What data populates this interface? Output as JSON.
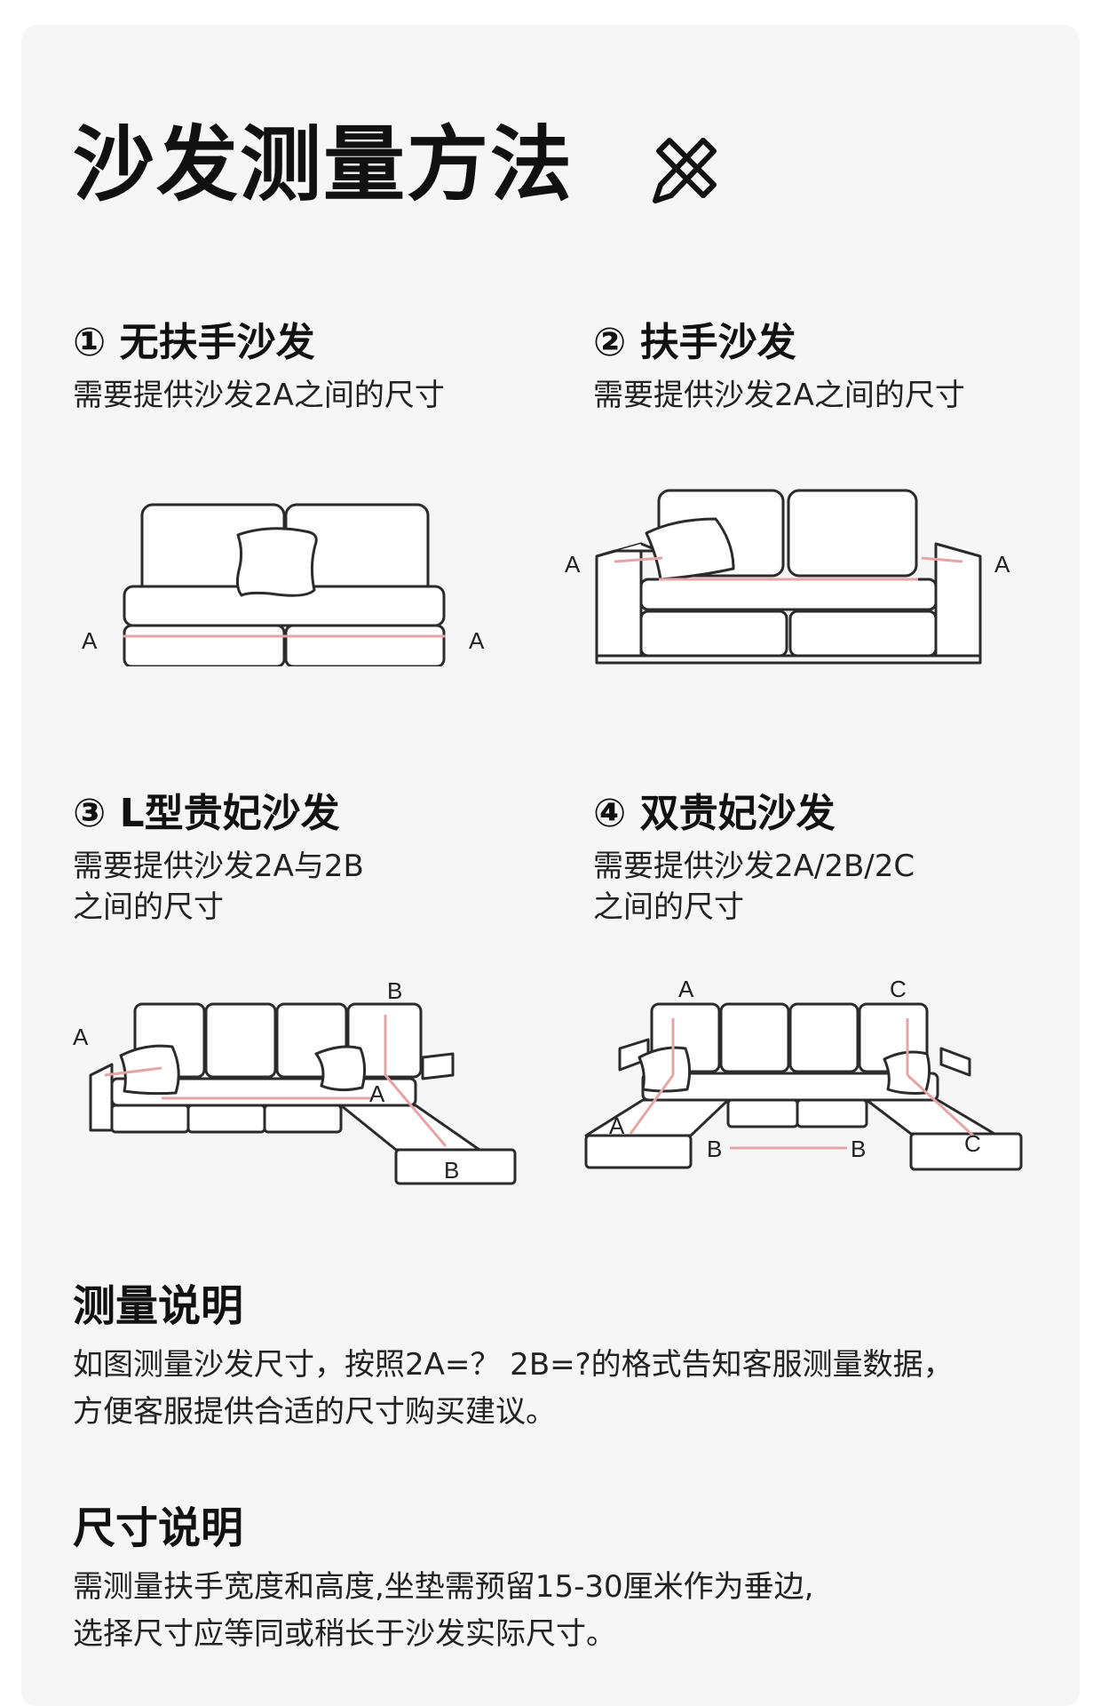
{
  "page_title": "沙发测量方法",
  "title_icon": "ruler-pencil-cross-icon",
  "sections": [
    {
      "title": "① 无扶手沙发",
      "desc": "需要提供沙发2A之间的尺寸"
    },
    {
      "title": "② 扶手沙发",
      "desc": "需要提供沙发2A之间的尺寸"
    },
    {
      "title": "③ L型贵妃沙发",
      "desc": "需要提供沙发2A与2B\n之间的尺寸"
    },
    {
      "title": "④ 双贵妃沙发",
      "desc": "需要提供沙发2A/2B/2C\n之间的尺寸"
    }
  ],
  "diagram_labels": {
    "a": "A",
    "b": "B",
    "c": "C"
  },
  "measurement_note": {
    "title": "测量说明",
    "text": "如图测量沙发尺寸，按照2A=？ 2B=?的格式告知客服测量数据，\n方便客服提供合适的尺寸购买建议。"
  },
  "size_note": {
    "title": "尺寸说明",
    "text": "需测量扶手宽度和高度,坐垫需预留15-30厘米作为垂边,\n选择尺寸应等同或稍长于沙发实际尺寸。"
  },
  "colors": {
    "line": "#2b2b2b",
    "measure": "#e6a4a4",
    "background": "#f6f6f6"
  }
}
